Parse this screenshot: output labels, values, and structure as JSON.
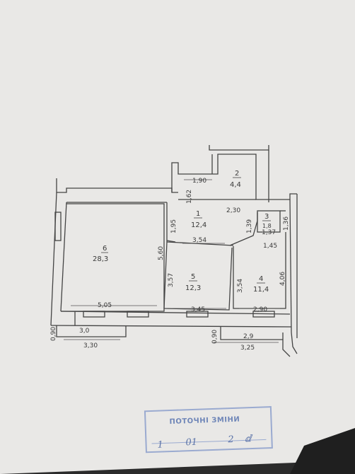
{
  "rooms": [
    {
      "number": "1",
      "area": "12,4"
    },
    {
      "number": "2",
      "area": "4,4"
    },
    {
      "number": "3",
      "area": "1,8"
    },
    {
      "number": "4",
      "area": "11,4"
    },
    {
      "number": "5",
      "area": "12,3"
    },
    {
      "number": "6",
      "area": "28,3"
    }
  ],
  "dimensions": {
    "d1": "1,90",
    "d2": "1,62",
    "d3": "2,30",
    "d4": "1,95",
    "d5": "3,54",
    "d6": "5,60",
    "d7": "1,39",
    "d8": "1,37",
    "d9": "1,36",
    "d10": "1,45",
    "d11": "3,57",
    "d12": "3,54",
    "d13": "4,06",
    "d14": "5,05",
    "d15": "3,45",
    "d16": "2,90",
    "d17": "3,0",
    "d18": "0,90",
    "d19": "3,30",
    "d20": "2,9",
    "d21": "0,90",
    "d22": "3,25"
  },
  "stamp": {
    "title": "ПОТОЧНІ ЗМІНИ",
    "date_day": "1",
    "date_month": "01",
    "date_year": "2",
    "signature_mark": "ⅆ"
  },
  "colors": {
    "paper": "#ecebea",
    "ink": "#3a3a3a",
    "stamp": "#6f86b8",
    "background": "#2a2a2a"
  }
}
